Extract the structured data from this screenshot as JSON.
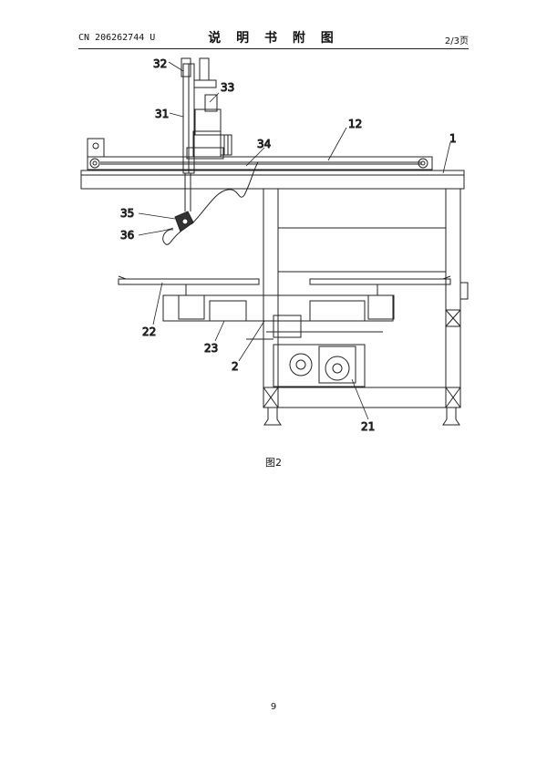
{
  "header": {
    "left": "CN 206262744 U",
    "center": "说 明 书 附 图",
    "right": "2/3页"
  },
  "figure": {
    "caption": "图2",
    "labels": {
      "l32": "32",
      "l33": "33",
      "l31": "31",
      "l12": "12",
      "l1": "1",
      "l34": "34",
      "l35": "35",
      "l36": "36",
      "l22": "22",
      "l23": "23",
      "l2": "2",
      "l21": "21"
    }
  },
  "footer": {
    "page_number": "9"
  }
}
